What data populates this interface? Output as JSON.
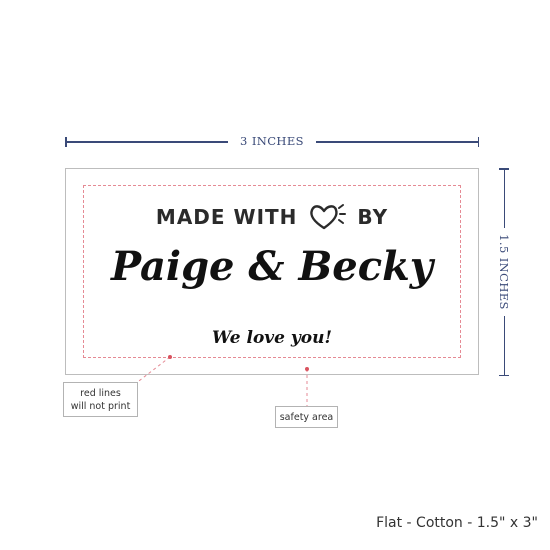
{
  "dimensions": {
    "width_label": "3 INCHES",
    "height_label": "1.5 INCHES"
  },
  "label": {
    "line1": "MADE WITH",
    "line1_suffix": "BY",
    "names": "Paige & Becky",
    "message": "We love you!"
  },
  "callouts": {
    "red_lines_line1": "red lines",
    "red_lines_line2": "will not print",
    "safety_area": "safety area"
  },
  "product": {
    "caption": "Flat - Cotton - 1.5\" x 3\""
  },
  "colors": {
    "dimension": "#3a4a78",
    "safety_line": "#e58a94",
    "border": "#bdbdbd"
  }
}
